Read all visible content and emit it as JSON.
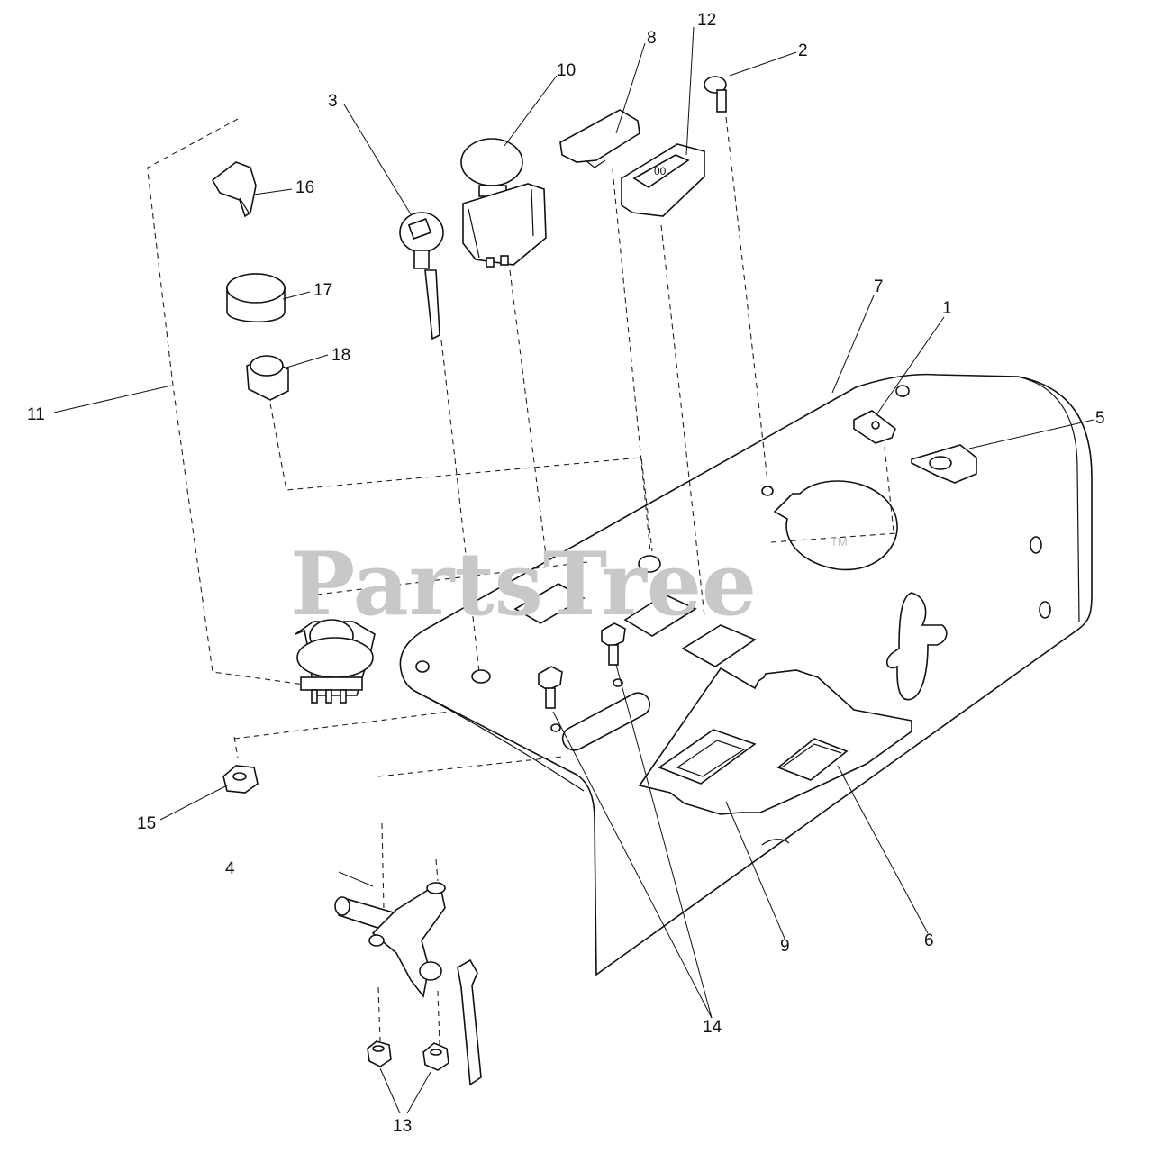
{
  "diagram": {
    "watermark": "PartsTree",
    "watermark_tm": "TM",
    "callouts": {
      "c1": "1",
      "c2": "2",
      "c3": "3",
      "c4": "4",
      "c5": "5",
      "c6": "6",
      "c7": "7",
      "c8": "8",
      "c9": "9",
      "c10": "10",
      "c11": "11",
      "c12": "12",
      "c13": "13",
      "c14": "14",
      "c15": "15",
      "c16": "16",
      "c17": "17",
      "c18": "18"
    },
    "knob_mark": "00"
  }
}
